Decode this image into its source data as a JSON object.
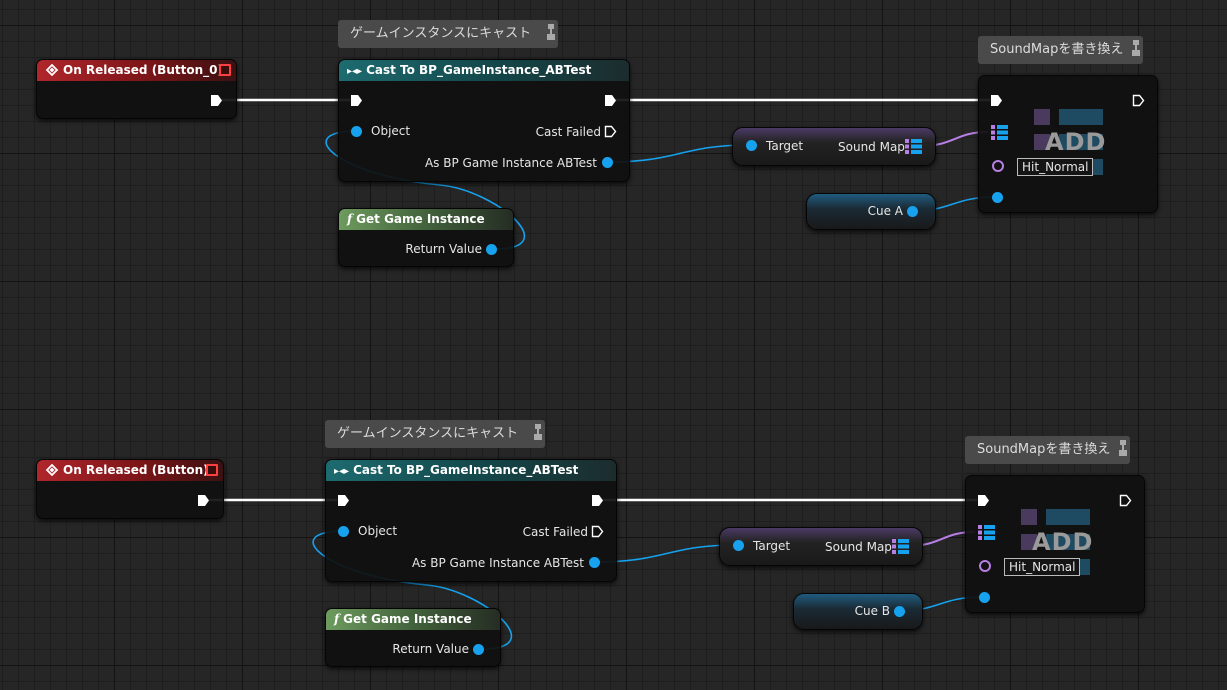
{
  "graph": {
    "groups": [
      {
        "event_title": "On Released (Button_0)",
        "comment_cast": "ゲームインスタンスにキャスト",
        "cast_title": "Cast To BP_GameInstance_ABTest",
        "object_label": "Object",
        "cast_failed_label": "Cast Failed",
        "as_label": "As BP Game Instance ABTest",
        "get_title": "Get Game Instance",
        "return_label": "Return Value",
        "target_label": "Target",
        "soundmap_label": "Sound Map",
        "comment_add": "SoundMapを書き換え",
        "add_text": "ADD",
        "key_value": "Hit_Normal",
        "cue_label": "Cue A"
      },
      {
        "event_title": "On Released (Button)",
        "comment_cast": "ゲームインスタンスにキャスト",
        "cast_title": "Cast To BP_GameInstance_ABTest",
        "object_label": "Object",
        "cast_failed_label": "Cast Failed",
        "as_label": "As BP Game Instance ABTest",
        "get_title": "Get Game Instance",
        "return_label": "Return Value",
        "target_label": "Target",
        "soundmap_label": "Sound Map",
        "comment_add": "SoundMapを書き換え",
        "add_text": "ADD",
        "key_value": "Hit_Normal",
        "cue_label": "Cue B"
      }
    ],
    "icons": {
      "event": "event-diamond-icon",
      "cast": "cast-arrows-icon",
      "function": "function-f-icon",
      "map": "map-container-icon",
      "pin": "comment-pin-icon"
    },
    "colors": {
      "event_header": "#b0262b",
      "cast_header": "#1d6b70",
      "function_header": "#6d9b5e",
      "object_pin": "#16a2ee",
      "map_pin": "#b77ee3",
      "exec_wire": "#ffffff",
      "grid_bg": "#262626"
    }
  }
}
